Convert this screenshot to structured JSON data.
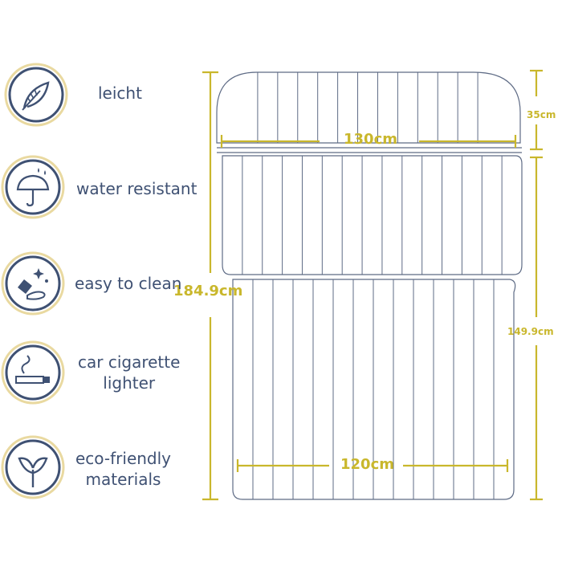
{
  "features": [
    {
      "icon": "feather-icon",
      "lines": [
        "leicht"
      ]
    },
    {
      "icon": "umbrella-icon",
      "lines": [
        "water resistant"
      ]
    },
    {
      "icon": "cleaning-hand-icon",
      "lines": [
        "easy to clean"
      ]
    },
    {
      "icon": "cigarette-lighter-icon",
      "lines": [
        "car cigarette",
        "lighter"
      ]
    },
    {
      "icon": "leaf-icon",
      "lines": [
        "eco-friendly",
        "materials"
      ]
    }
  ],
  "dimensions": {
    "top_width": "130cm",
    "bottom_width": "120cm",
    "total_length": "184.9cm",
    "main_length": "149.9cm",
    "top_height": "35cm"
  },
  "colors": {
    "icon_blue": "#3f5173",
    "ring_gold": "#e9d9a0",
    "dimension_gold": "#c9b72c",
    "outline": "#5e6b85"
  }
}
